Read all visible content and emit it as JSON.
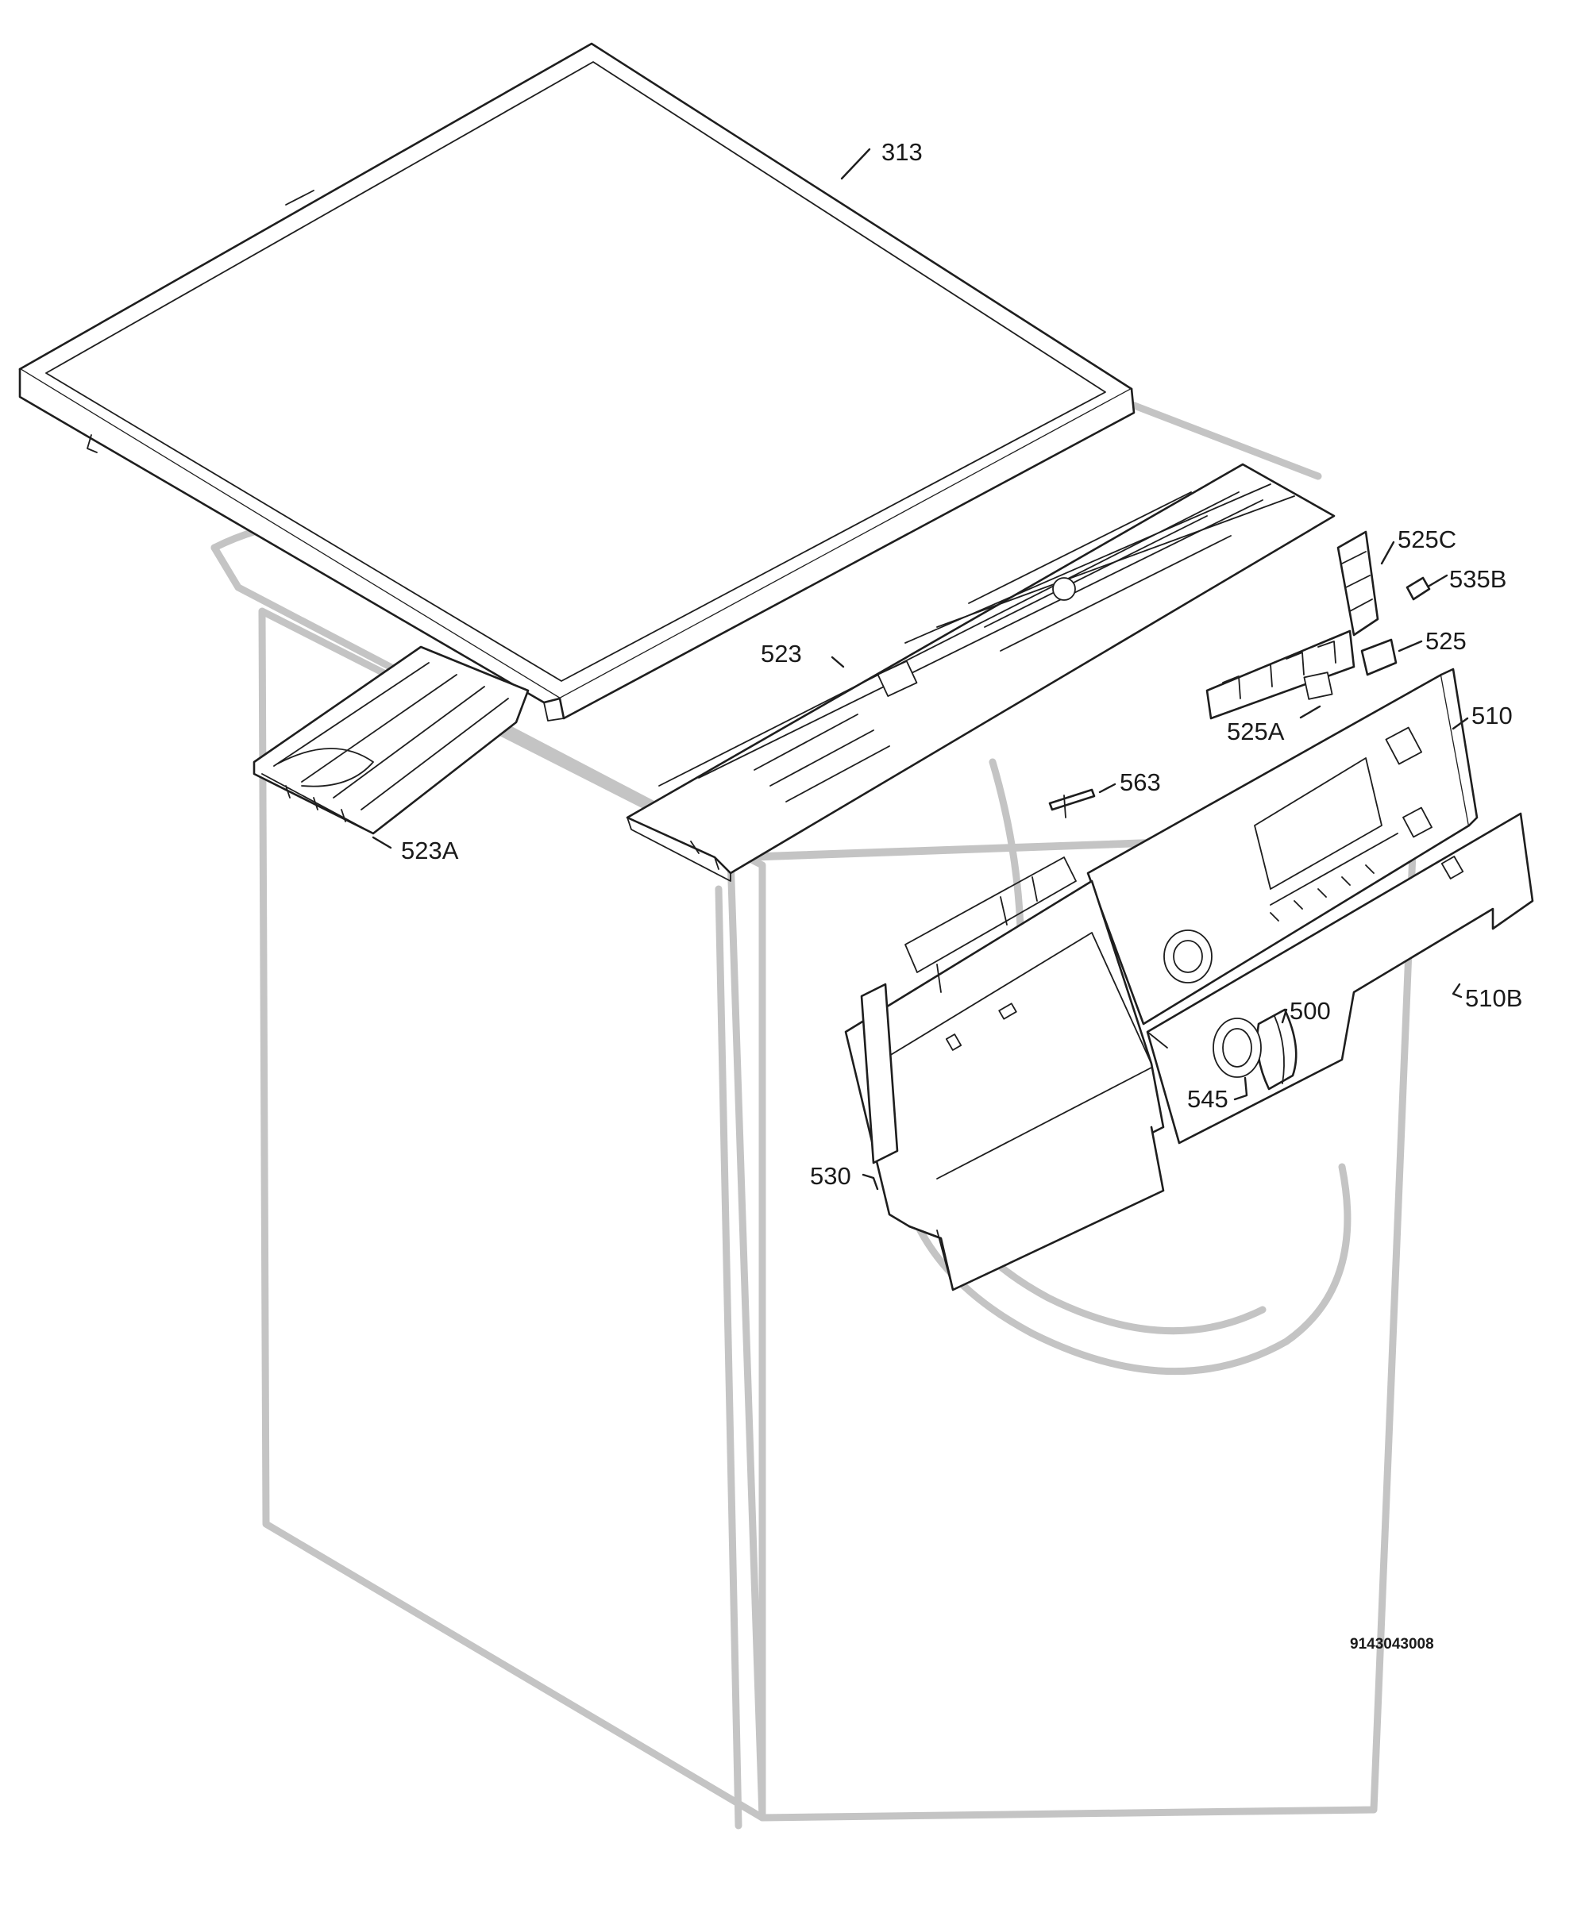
{
  "callouts": [
    {
      "id": "313",
      "label": "313"
    },
    {
      "id": "525C",
      "label": "525C"
    },
    {
      "id": "535B",
      "label": "535B"
    },
    {
      "id": "523",
      "label": "523"
    },
    {
      "id": "525",
      "label": "525"
    },
    {
      "id": "525A",
      "label": "525A"
    },
    {
      "id": "510",
      "label": "510"
    },
    {
      "id": "563",
      "label": "563"
    },
    {
      "id": "523A",
      "label": "523A"
    },
    {
      "id": "500",
      "label": "500"
    },
    {
      "id": "510B",
      "label": "510B"
    },
    {
      "id": "545",
      "label": "545"
    },
    {
      "id": "530",
      "label": "530"
    }
  ],
  "document_number": "9143043008",
  "colors": {
    "line": "#1e1e1e",
    "ghost_outline": "#c4c4c4",
    "background": "#ffffff"
  }
}
